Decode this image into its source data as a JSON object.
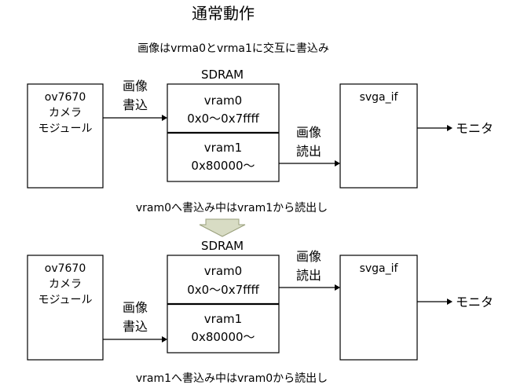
{
  "title": "通常動作",
  "subtitle": "画像はvrma0とvrma1に交互に書込み",
  "state1": {
    "camera": [
      "ov7670",
      "カメラ",
      "モジュール"
    ],
    "sdram_label": "SDRAM",
    "vram0": [
      "vram0",
      "0x0〜0x7ffff"
    ],
    "vram1": [
      "vram1",
      "0x80000〜"
    ],
    "write_label": [
      "画像",
      "書込"
    ],
    "read_label": [
      "画像",
      "読出"
    ],
    "svga": "svga_if",
    "monitor": "モニタ",
    "caption": "vram0へ書込み中はvram1から読出し"
  },
  "state2": {
    "camera": [
      "ov7670",
      "カメラ",
      "モジュール"
    ],
    "sdram_label": "SDRAM",
    "vram0": [
      "vram0",
      "0x0〜0x7ffff"
    ],
    "vram1": [
      "vram1",
      "0x80000〜"
    ],
    "write_label": [
      "画像",
      "書込"
    ],
    "read_label": [
      "画像",
      "読出"
    ],
    "svga": "svga_if",
    "monitor": "モニタ",
    "caption": "vram1へ書込み中はvram0から読出し"
  },
  "colors": {
    "transition_arrow_fill": "#d8dcc4",
    "transition_arrow_stroke": "#9aa07c"
  }
}
